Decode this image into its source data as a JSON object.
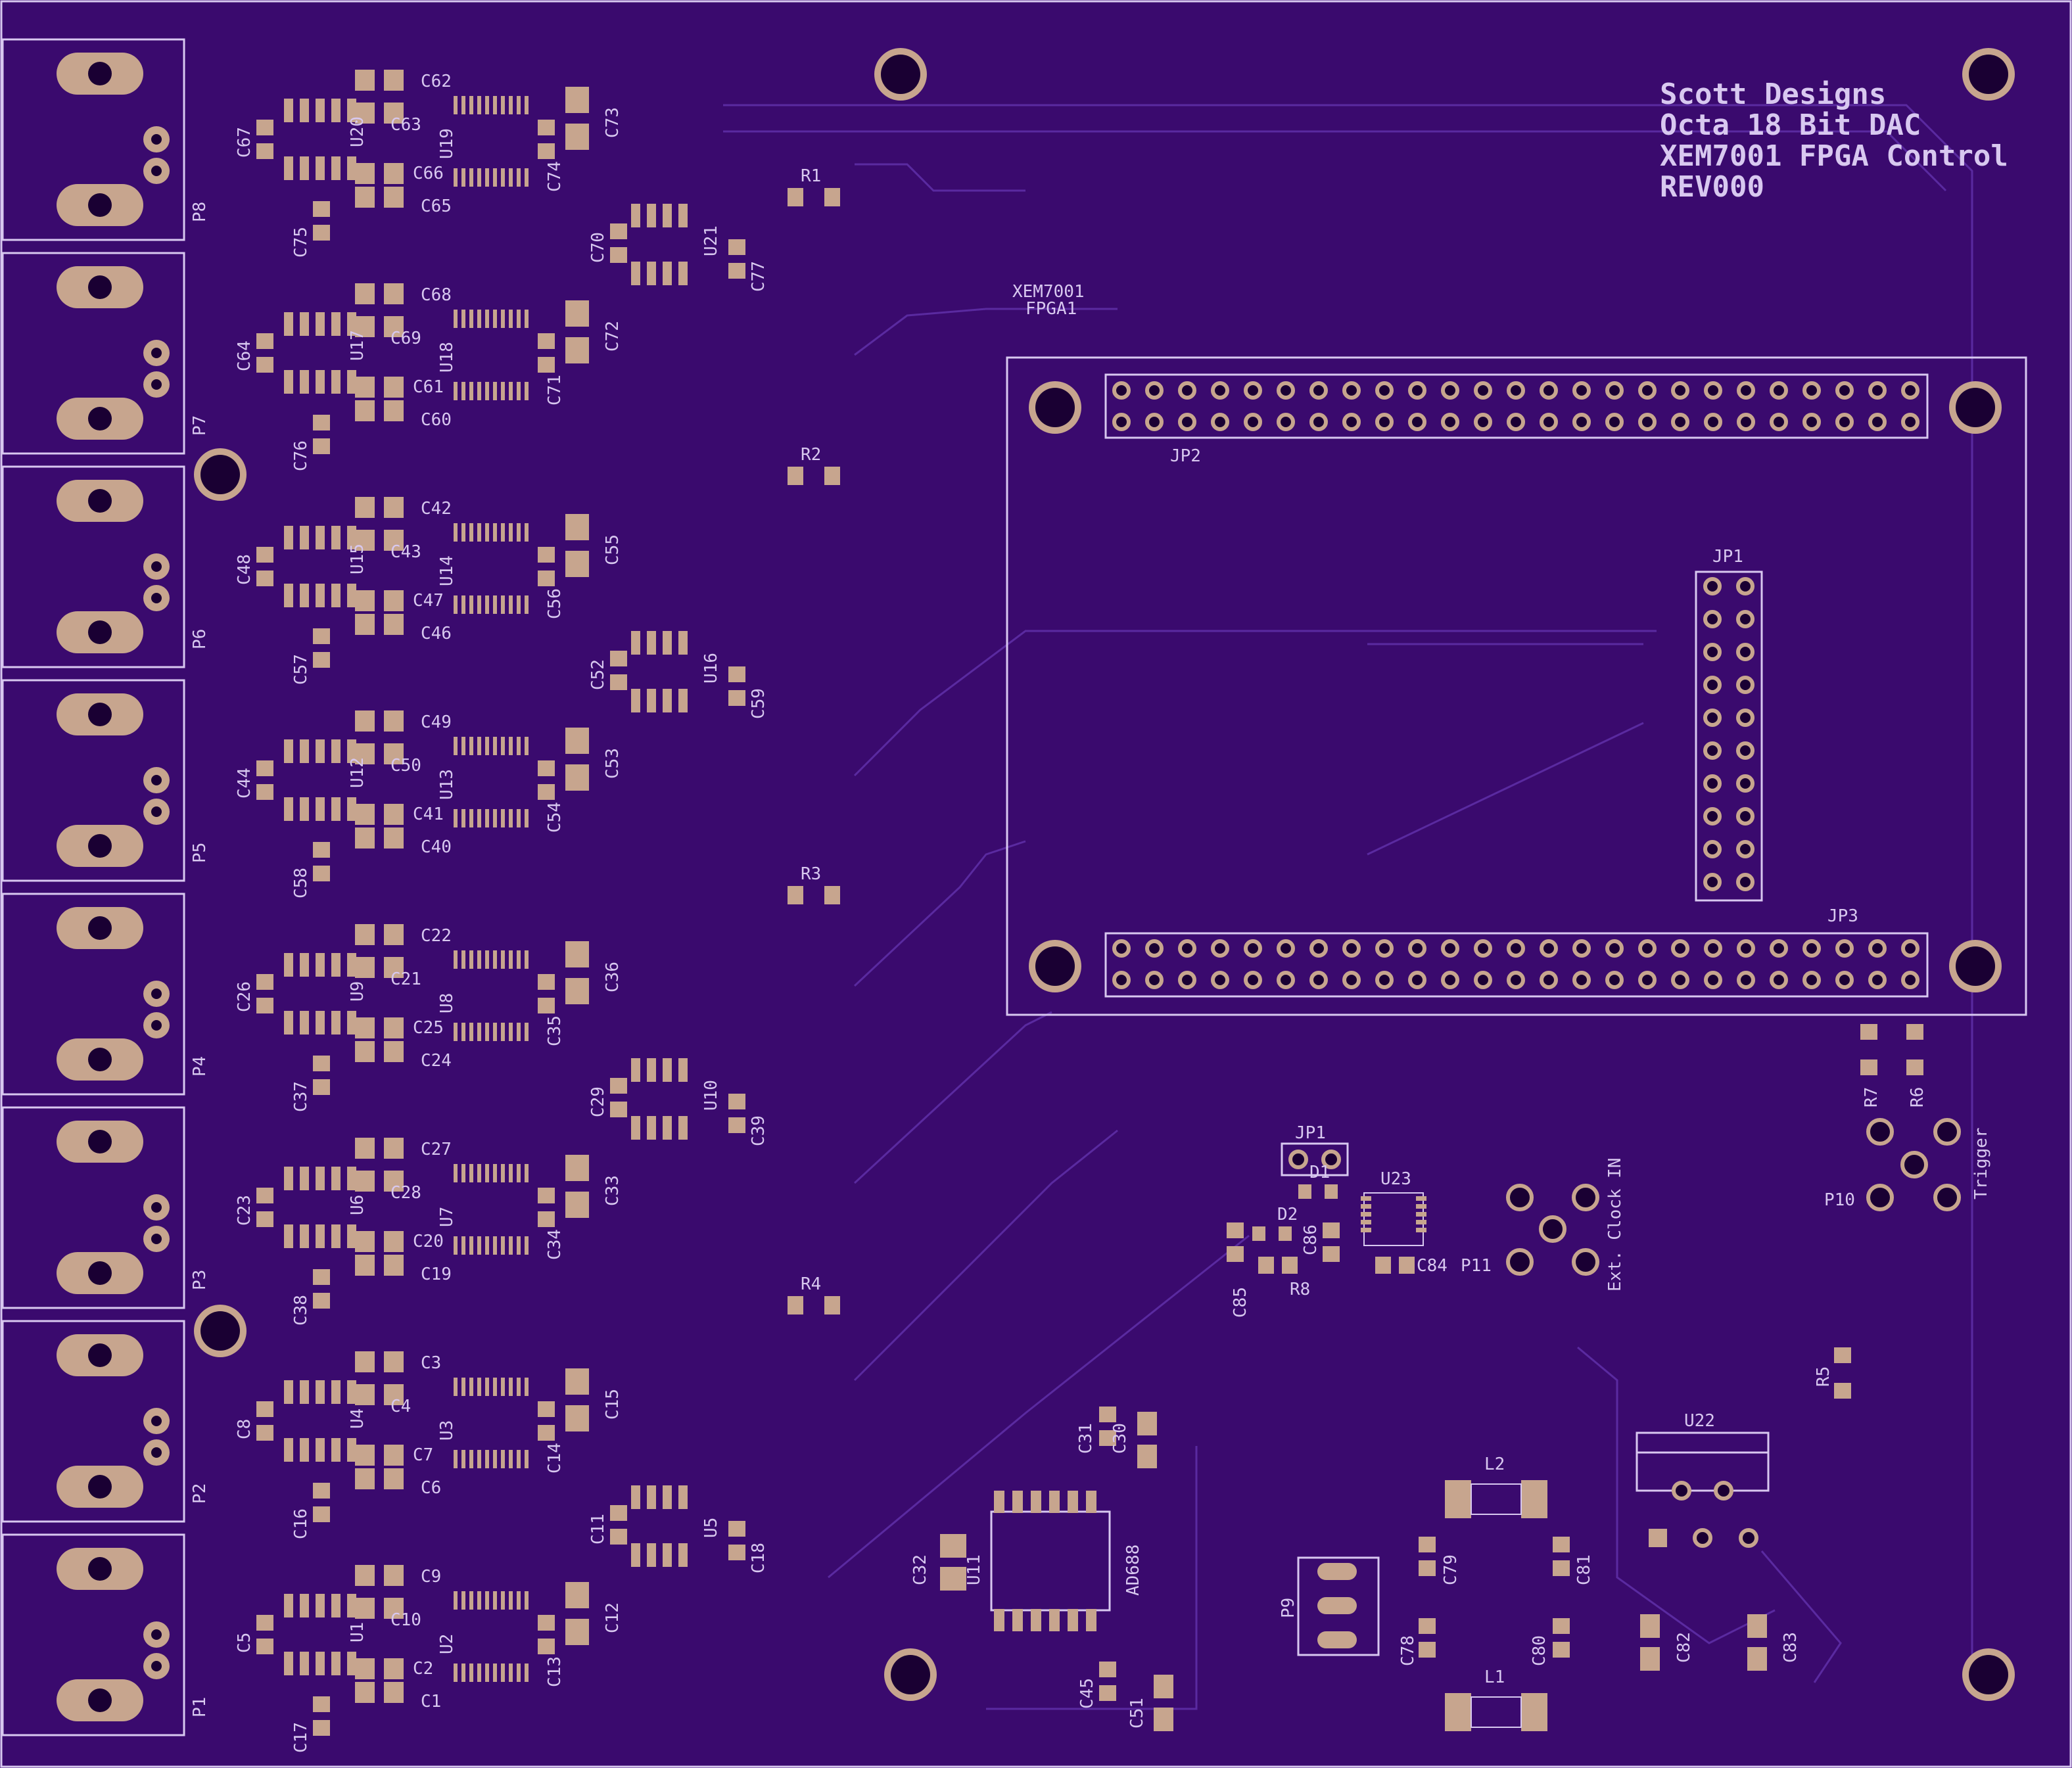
{
  "title_block": {
    "line1": "Scott Designs",
    "line2": "Octa 18 Bit DAC",
    "line3": "XEM7001 FPGA Control",
    "line4": "REV000"
  },
  "fpga": {
    "model": "XEM7001",
    "ref": "FPGA1",
    "headers": [
      "JP2",
      "JP1",
      "JP3"
    ]
  },
  "connectors": {
    "outputs": [
      "P8",
      "P7",
      "P6",
      "P5",
      "P4",
      "P3",
      "P2",
      "P1"
    ],
    "other": [
      "P9",
      "P10",
      "P11"
    ],
    "ext_clock_label": "Ext. Clock IN",
    "trigger_label": "Trigger"
  },
  "resistors": [
    "R1",
    "R2",
    "R3",
    "R4",
    "R5",
    "R6",
    "R7",
    "R8"
  ],
  "misc_parts": [
    "JP1",
    "D1",
    "D2",
    "U23",
    "C84",
    "C85",
    "C86",
    "U22",
    "L1",
    "L2",
    "C78",
    "C79",
    "C80",
    "C81",
    "C82",
    "C83",
    "U11",
    "AD688",
    "C31",
    "C30",
    "C32",
    "C45",
    "C51"
  ],
  "channels": [
    {
      "port": "P8",
      "u_a": "U20",
      "u_b": "U19",
      "caps": [
        "C62",
        "C63",
        "C67",
        "C66",
        "C65",
        "C75",
        "C73",
        "C74"
      ],
      "sub": {
        "u": "U21",
        "caps": [
          "C70",
          "C77"
        ]
      }
    },
    {
      "port": "P7",
      "u_a": "U17",
      "u_b": "U18",
      "caps": [
        "C68",
        "C69",
        "C64",
        "C61",
        "C60",
        "C76",
        "C72",
        "C71"
      ]
    },
    {
      "port": "P6",
      "u_a": "U15",
      "u_b": "U14",
      "caps": [
        "C42",
        "C43",
        "C48",
        "C47",
        "C46",
        "C57",
        "C55",
        "C56"
      ],
      "sub": {
        "u": "U16",
        "caps": [
          "C52",
          "C59"
        ]
      }
    },
    {
      "port": "P5",
      "u_a": "U12",
      "u_b": "U13",
      "caps": [
        "C49",
        "C50",
        "C44",
        "C41",
        "C40",
        "C58",
        "C53",
        "C54"
      ]
    },
    {
      "port": "P4",
      "u_a": "U9",
      "u_b": "U8",
      "caps": [
        "C22",
        "C21",
        "C26",
        "C25",
        "C24",
        "C37",
        "C36",
        "C35"
      ],
      "sub": {
        "u": "U10",
        "caps": [
          "C29",
          "C39"
        ]
      }
    },
    {
      "port": "P3",
      "u_a": "U6",
      "u_b": "U7",
      "caps": [
        "C27",
        "C28",
        "C23",
        "C20",
        "C19",
        "C38",
        "C33",
        "C34"
      ]
    },
    {
      "port": "P2",
      "u_a": "U4",
      "u_b": "U3",
      "caps": [
        "C3",
        "C4",
        "C8",
        "C7",
        "C6",
        "C16",
        "C15",
        "C14"
      ],
      "sub": {
        "u": "U5",
        "caps": [
          "C11",
          "C18"
        ]
      }
    },
    {
      "port": "P1",
      "u_a": "U1",
      "u_b": "U2",
      "caps": [
        "C9",
        "C10",
        "C5",
        "C2",
        "C1",
        "C17",
        "C12",
        "C13"
      ]
    }
  ],
  "colors": {
    "board": "#3a0a6e",
    "silkscreen": "#d8c8f0",
    "pad": "#c7a58e",
    "trace": "#5a2aa0"
  }
}
